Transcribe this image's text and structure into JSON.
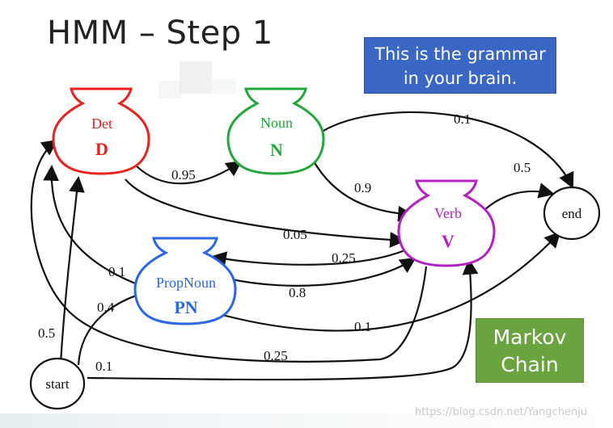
{
  "title": "HMM – Step 1",
  "grammar_note": {
    "line1": "This is the grammar",
    "line2": "in your brain."
  },
  "markov_chain": {
    "line1": "Markov",
    "line2": "Chain"
  },
  "watermark": "https://blog.csdn.net/Yangchenju",
  "states": {
    "det": {
      "name": "Det",
      "symbol": "D",
      "color": "#e8221d"
    },
    "noun": {
      "name": "Noun",
      "symbol": "N",
      "color": "#22a83a"
    },
    "verb": {
      "name": "Verb",
      "symbol": "V",
      "color": "#b420c4"
    },
    "propnoun": {
      "name": "PropNoun",
      "symbol": "PN",
      "color": "#2a66e8"
    },
    "start": {
      "name": "start"
    },
    "end": {
      "name": "end"
    }
  },
  "transitions": [
    {
      "from": "Det",
      "to": "Noun",
      "prob": "0.95"
    },
    {
      "from": "Det",
      "to": "Verb",
      "prob": "0.05"
    },
    {
      "from": "Noun",
      "to": "end",
      "prob": "0.1"
    },
    {
      "from": "Noun",
      "to": "Verb",
      "prob": "0.9"
    },
    {
      "from": "Verb",
      "to": "end",
      "prob": "0.5"
    },
    {
      "from": "Verb",
      "to": "PropNoun",
      "prob": "0.25"
    },
    {
      "from": "PropNoun",
      "to": "Verb",
      "prob": "0.8"
    },
    {
      "from": "PropNoun",
      "to": "end",
      "prob": "0.1"
    },
    {
      "from": "PropNoun",
      "to": "Det",
      "prob": "0.1"
    },
    {
      "from": "start",
      "to": "Det",
      "prob": "0.5"
    },
    {
      "from": "start",
      "to": "PropNoun",
      "prob": "0.4"
    },
    {
      "from": "start",
      "to": "Verb",
      "prob": "0.1"
    },
    {
      "from": "Verb",
      "to": "Det",
      "prob": "0.25"
    }
  ]
}
